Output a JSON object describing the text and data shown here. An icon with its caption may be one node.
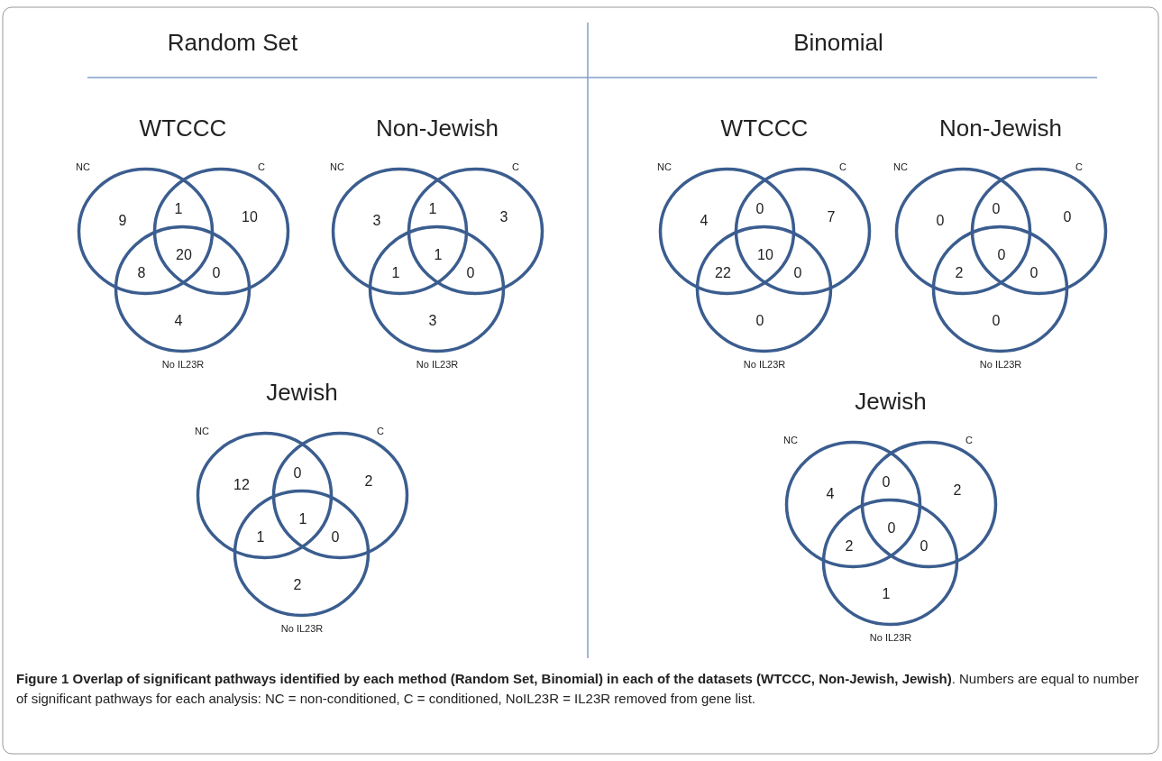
{
  "diagram": {
    "caption": "**Figure 1 Overlap of significant pathways identified by each method (Random Set, Binomial) in each of the datasets (WTCCC, Non-Jewish, Jewish)**. Numbers are equal to number of significant pathways for each analysis: NC = non-conditioned, C = conditioned, NoIL23R = IL23R removed from gene list.",
    "nodes": [
      {
        "text": [
          "NC"
        ]
      },
      {
        "text": [
          "C"
        ]
      },
      {
        "text": [
          "No IL23R"
        ]
      },
      {
        "text": [
          "NC"
        ]
      },
      {
        "text": [
          "C"
        ]
      },
      {
        "text": [
          "No IL23R"
        ]
      },
      {
        "text": [
          "NC"
        ]
      },
      {
        "text": [
          "C"
        ]
      },
      {
        "text": [
          "No IL23R"
        ]
      },
      {
        "text": [
          "NC"
        ]
      },
      {
        "text": [
          "C"
        ]
      },
      {
        "text": [
          "No IL23R"
        ]
      },
      {
        "text": [
          "NC"
        ]
      },
      {
        "text": [
          "C"
        ]
      },
      {
        "text": [
          "No IL23R"
        ]
      },
      {
        "text": [
          "NC"
        ]
      },
      {
        "text": [
          "C"
        ]
      },
      {
        "text": [
          "No IL23R"
        ]
      }
    ],
    "labels": [
      "Random Set",
      "Binomial",
      "WTCCC",
      "9",
      "1",
      "10",
      "8",
      "20",
      "0",
      "4",
      "Non-Jewish",
      "3",
      "1",
      "3",
      "1",
      "1",
      "0",
      "3",
      "WTCCC",
      "4",
      "0",
      "7",
      "22",
      "10",
      "0",
      "0",
      "Non-Jewish",
      "0",
      "0",
      "0",
      "2",
      "0",
      "0",
      "0",
      "Jewish",
      "12",
      "0",
      "2",
      "1",
      "1",
      "0",
      "2",
      "Jewish",
      "4",
      "0",
      "2",
      "2",
      "0",
      "0",
      "1"
    ]
  }
}
